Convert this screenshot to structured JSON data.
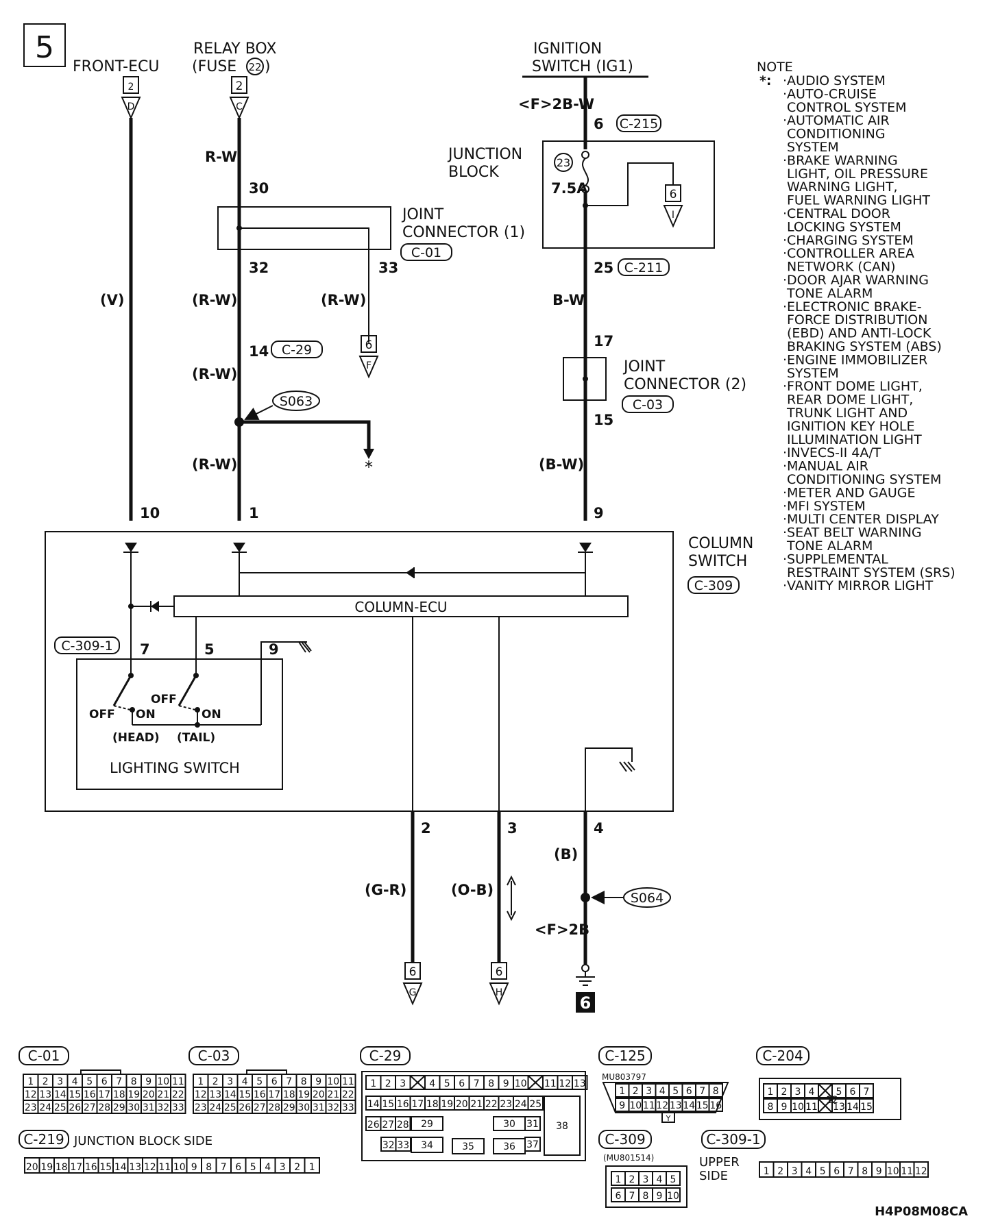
{
  "page_number": "5",
  "sources": {
    "front_ecu": {
      "label": "FRONT-ECU",
      "ref_num": "2",
      "ref_letter": "D"
    },
    "relay_box": {
      "label_line1": "RELAY BOX",
      "label_line2": "(FUSE",
      "fuse": "22",
      "label_close": ")",
      "ref_num": "2",
      "ref_letter": "C"
    },
    "ignition": {
      "label_line1": "IGNITION",
      "label_line2": "SWITCH (IG1)"
    }
  },
  "wires": {
    "ig_wire": "<F>2B-W",
    "rw": "R-W",
    "rw_paren": "(R-W)",
    "v_paren": "(V)",
    "bw": "B-W",
    "bw_paren": "(B-W)",
    "gr_paren": "(G-R)",
    "ob_paren": "(O-B)",
    "b_paren": "(B)",
    "ground_wire": "<F>2B"
  },
  "pins": {
    "p6": "6",
    "p30": "30",
    "p32": "32",
    "p33": "33",
    "p14": "14",
    "p25": "25",
    "p17": "17",
    "p15": "15",
    "p10": "10",
    "p1": "1",
    "p9": "9",
    "p7": "7",
    "p5": "5",
    "p9b": "9",
    "p2": "2",
    "p3": "3",
    "p4": "4"
  },
  "connectors": {
    "c215": "C-215",
    "c211": "C-211",
    "c01": "C-01",
    "c29": "C-29",
    "c03": "C-03",
    "c309": "C-309",
    "c309_1": "C-309-1",
    "c125": "C-125",
    "c204": "C-204",
    "c219": "C-219"
  },
  "junction_block": {
    "label_line1": "JUNCTION",
    "label_line2": "BLOCK",
    "fuse_num": "23",
    "fuse_rating": "7.5A",
    "ref_num": "6",
    "ref_letter": "I"
  },
  "joint_connector_1": {
    "label_line1": "JOINT",
    "label_line2": "CONNECTOR (1)",
    "ref_num": "6",
    "ref_letter": "F"
  },
  "joint_connector_2": {
    "label_line1": "JOINT",
    "label_line2": "CONNECTOR (2)"
  },
  "splices": {
    "s063": "S063",
    "s064": "S064"
  },
  "asterisk": "*",
  "column_switch": {
    "label_line1": "COLUMN",
    "label_line2": "SWITCH",
    "ecu": "COLUMN-ECU"
  },
  "lighting_switch": {
    "label": "LIGHTING SWITCH",
    "off": "OFF",
    "on": "ON",
    "head": "(HEAD)",
    "tail": "(TAIL)"
  },
  "outputs": {
    "g": {
      "num": "6",
      "letter": "G"
    },
    "h": {
      "num": "6",
      "letter": "H"
    },
    "ground": "6"
  },
  "note": {
    "title": "NOTE",
    "star": "*:",
    "lines": [
      "·AUDIO SYSTEM",
      "·AUTO-CRUISE",
      "CONTROL SYSTEM",
      "·AUTOMATIC AIR",
      "CONDITIONING",
      "SYSTEM",
      "·BRAKE WARNING",
      "LIGHT, OIL PRESSURE",
      "WARNING LIGHT,",
      "FUEL WARNING LIGHT",
      "·CENTRAL DOOR",
      "LOCKING SYSTEM",
      "·CHARGING SYSTEM",
      "·CONTROLLER AREA",
      "NETWORK (CAN)",
      "·DOOR AJAR WARNING",
      "TONE ALARM",
      "·ELECTRONIC BRAKE-",
      "FORCE DISTRIBUTION",
      "(EBD) AND ANTI-LOCK",
      "BRAKING SYSTEM (ABS)",
      "·ENGINE IMMOBILIZER",
      "SYSTEM",
      "·FRONT DOME LIGHT,",
      "REAR DOME LIGHT,",
      "TRUNK LIGHT AND",
      "IGNITION KEY HOLE",
      "ILLUMINATION LIGHT",
      "·INVECS-II 4A/T",
      "·MANUAL AIR",
      "CONDITIONING SYSTEM",
      "·METER AND GAUGE",
      "·MFI SYSTEM",
      "·MULTI CENTER DISPLAY",
      "·SEAT BELT WARNING",
      "TONE ALARM",
      "·SUPPLEMENTAL",
      "RESTRAINT SYSTEM (SRS)",
      "·VANITY MIRROR LIGHT"
    ]
  },
  "connector_faces": {
    "c01": {
      "rows": [
        [
          "1",
          "2",
          "3",
          "4",
          "5",
          "6",
          "7",
          "8",
          "9",
          "10",
          "11"
        ],
        [
          "12",
          "13",
          "14",
          "15",
          "16",
          "17",
          "18",
          "19",
          "20",
          "21",
          "22"
        ],
        [
          "23",
          "24",
          "25",
          "26",
          "27",
          "28",
          "29",
          "30",
          "31",
          "32",
          "33"
        ]
      ]
    },
    "c03": {
      "rows": [
        [
          "1",
          "2",
          "3",
          "4",
          "5",
          "6",
          "7",
          "8",
          "9",
          "10",
          "11"
        ],
        [
          "12",
          "13",
          "14",
          "15",
          "16",
          "17",
          "18",
          "19",
          "20",
          "21",
          "22"
        ],
        [
          "23",
          "24",
          "25",
          "26",
          "27",
          "28",
          "29",
          "30",
          "31",
          "32",
          "33"
        ]
      ]
    },
    "c219": {
      "caption": "JUNCTION BLOCK SIDE",
      "row": [
        "20",
        "19",
        "18",
        "17",
        "16",
        "15",
        "14",
        "13",
        "12",
        "11",
        "10",
        "9",
        "8",
        "7",
        "6",
        "5",
        "4",
        "3",
        "2",
        "1"
      ]
    },
    "c29": {
      "row1": [
        "1",
        "2",
        "3",
        "",
        "4",
        "5",
        "6",
        "7",
        "8",
        "9",
        "10",
        "",
        "11",
        "12",
        "13"
      ],
      "row2": [
        "14",
        "15",
        "16",
        "17",
        "18",
        "19",
        "20",
        "21",
        "22",
        "23",
        "24",
        "25"
      ],
      "row3a": [
        "26",
        "27",
        "28"
      ],
      "p29": "29",
      "p30": "30",
      "p31": "31",
      "p38": "38",
      "row4a": [
        "32",
        "33"
      ],
      "p34": "34",
      "p35": "35",
      "p36": "36",
      "p37": "37"
    },
    "c125": {
      "part": "MU803797",
      "row1": [
        "1",
        "2",
        "3",
        "4",
        "5",
        "6",
        "7",
        "8"
      ],
      "row2": [
        "9",
        "10",
        "11",
        "12",
        "13",
        "14",
        "15",
        "16"
      ],
      "mark": "Y"
    },
    "c204": {
      "row1": [
        "1",
        "2",
        "3",
        "4",
        "",
        "5",
        "6",
        "7"
      ],
      "row2": [
        "8",
        "9",
        "10",
        "11",
        "",
        "13",
        "14",
        "15"
      ],
      "center": "12"
    },
    "c309": {
      "part": "(MU801514)",
      "row1": [
        "1",
        "2",
        "3",
        "4",
        "5"
      ],
      "row2": [
        "6",
        "7",
        "8",
        "9",
        "10"
      ]
    },
    "c309_1": {
      "caption_line1": "UPPER",
      "caption_line2": "SIDE",
      "row": [
        "1",
        "2",
        "3",
        "4",
        "5",
        "6",
        "7",
        "8",
        "9",
        "10",
        "11",
        "12"
      ]
    }
  },
  "code": "H4P08M08CA"
}
